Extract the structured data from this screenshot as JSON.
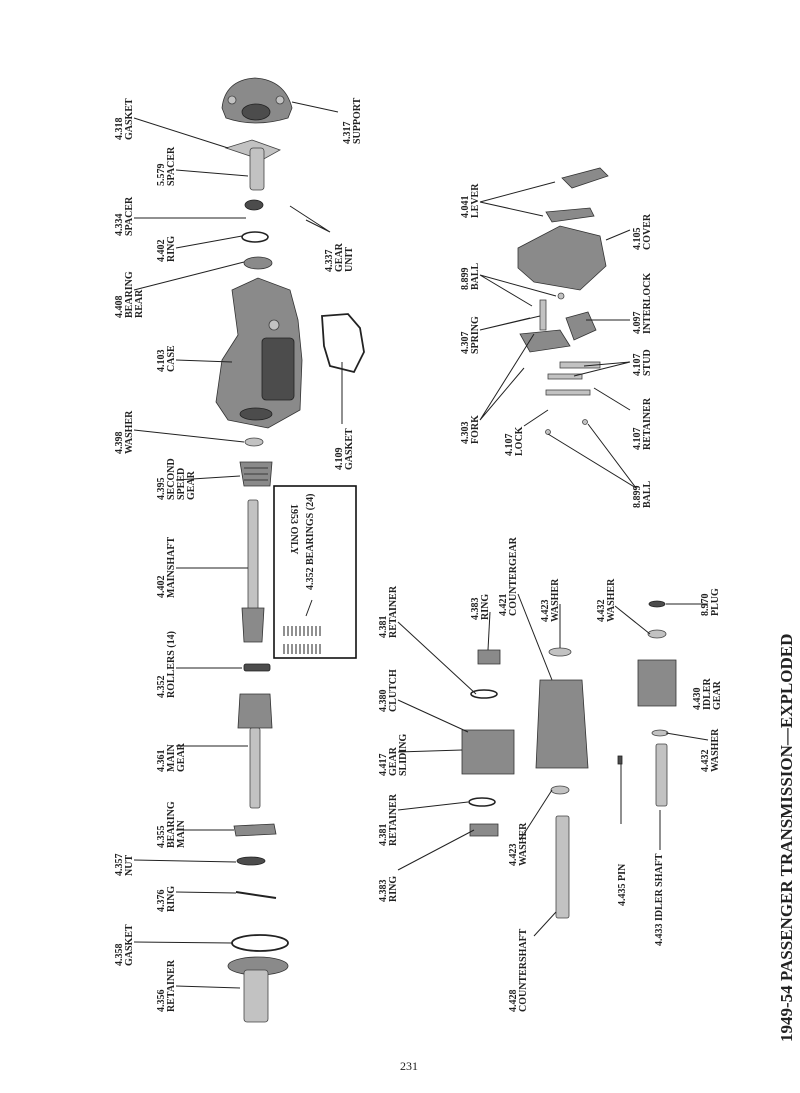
{
  "title": "1949-54 PASSENGER TRANSMISSION—EXPLODED",
  "page_number": "231",
  "inset": {
    "heading": "1953 ONLY",
    "label": "4.352 BEARINGS (24)"
  },
  "labels": [
    {
      "id": "l-4318",
      "lines": [
        "4.318",
        "GASKET"
      ]
    },
    {
      "id": "l-4317",
      "lines": [
        "4.317",
        "SUPPORT"
      ]
    },
    {
      "id": "l-5579",
      "lines": [
        "5.579",
        "SPACER"
      ]
    },
    {
      "id": "l-4334",
      "lines": [
        "4.334",
        "SPACER"
      ]
    },
    {
      "id": "l-4337",
      "lines": [
        "4.337",
        "GEAR",
        "UNIT"
      ]
    },
    {
      "id": "l-4402r",
      "lines": [
        "4.402",
        "RING"
      ]
    },
    {
      "id": "l-4408",
      "lines": [
        "4.408",
        "BEARING",
        "REAR"
      ]
    },
    {
      "id": "l-4103",
      "lines": [
        "4.103",
        "CASE"
      ]
    },
    {
      "id": "l-4109",
      "lines": [
        "4.109",
        "GASKET"
      ]
    },
    {
      "id": "l-4398",
      "lines": [
        "4.398",
        "WASHER"
      ]
    },
    {
      "id": "l-4395",
      "lines": [
        "4.395",
        "SECOND",
        "SPEED",
        "GEAR"
      ]
    },
    {
      "id": "l-4402m",
      "lines": [
        "4.402",
        "MAINSHAFT"
      ]
    },
    {
      "id": "l-4352",
      "lines": [
        "4.352",
        "ROLLERS (14)"
      ]
    },
    {
      "id": "l-4361",
      "lines": [
        "4.361",
        "MAIN",
        "GEAR"
      ]
    },
    {
      "id": "l-4355",
      "lines": [
        "4.355",
        "BEARING",
        "MAIN"
      ]
    },
    {
      "id": "l-4357",
      "lines": [
        "4.357",
        "NUT"
      ]
    },
    {
      "id": "l-4376",
      "lines": [
        "4.376",
        "RING"
      ]
    },
    {
      "id": "l-4358",
      "lines": [
        "4.358",
        "GASKET"
      ]
    },
    {
      "id": "l-4356",
      "lines": [
        "4.356",
        "RETAINER"
      ]
    },
    {
      "id": "l-4041",
      "lines": [
        "4.041",
        "LEVER"
      ]
    },
    {
      "id": "l-4105",
      "lines": [
        "4.105",
        "COVER"
      ]
    },
    {
      "id": "l-8899a",
      "lines": [
        "8.899",
        "BALL"
      ]
    },
    {
      "id": "l-4307",
      "lines": [
        "4.307",
        "SPRING"
      ]
    },
    {
      "id": "l-4097",
      "lines": [
        "4.097",
        "INTERLOCK"
      ]
    },
    {
      "id": "l-4107s",
      "lines": [
        "4.107",
        "STUD"
      ]
    },
    {
      "id": "l-4303",
      "lines": [
        "4.303",
        "FORK"
      ]
    },
    {
      "id": "l-4107l",
      "lines": [
        "4.107",
        "LOCK"
      ]
    },
    {
      "id": "l-4107r",
      "lines": [
        "4.107",
        "RETAINER"
      ]
    },
    {
      "id": "l-8899b",
      "lines": [
        "8.899",
        "BALL"
      ]
    },
    {
      "id": "l-4381a",
      "lines": [
        "4.381",
        "RETAINER"
      ]
    },
    {
      "id": "l-4383a",
      "lines": [
        "4.383",
        "RING"
      ]
    },
    {
      "id": "l-4421",
      "lines": [
        "4.421",
        "COUNTERGEAR"
      ]
    },
    {
      "id": "l-4423a",
      "lines": [
        "4.423",
        "WASHER"
      ]
    },
    {
      "id": "l-4432a",
      "lines": [
        "4.432",
        "WASHER"
      ]
    },
    {
      "id": "l-8970",
      "lines": [
        "8.970",
        "PLUG"
      ]
    },
    {
      "id": "l-4380",
      "lines": [
        "4.380",
        "CLUTCH"
      ]
    },
    {
      "id": "l-4417",
      "lines": [
        "4.417",
        "GEAR",
        "SLIDING"
      ]
    },
    {
      "id": "l-4430",
      "lines": [
        "4.430",
        "IDLER",
        "GEAR"
      ]
    },
    {
      "id": "l-4432b",
      "lines": [
        "4.432",
        "WASHER"
      ]
    },
    {
      "id": "l-4381b",
      "lines": [
        "4.381",
        "RETAINER"
      ]
    },
    {
      "id": "l-4383b",
      "lines": [
        "4.383",
        "RING"
      ]
    },
    {
      "id": "l-4423b",
      "lines": [
        "4.423",
        "WASHER"
      ]
    },
    {
      "id": "l-4435",
      "lines": [
        "4.435 PIN"
      ]
    },
    {
      "id": "l-4433",
      "lines": [
        "4.433 IDLER SHAFT"
      ]
    },
    {
      "id": "l-4428",
      "lines": [
        "4.428",
        "COUNTERSHAFT"
      ]
    }
  ]
}
